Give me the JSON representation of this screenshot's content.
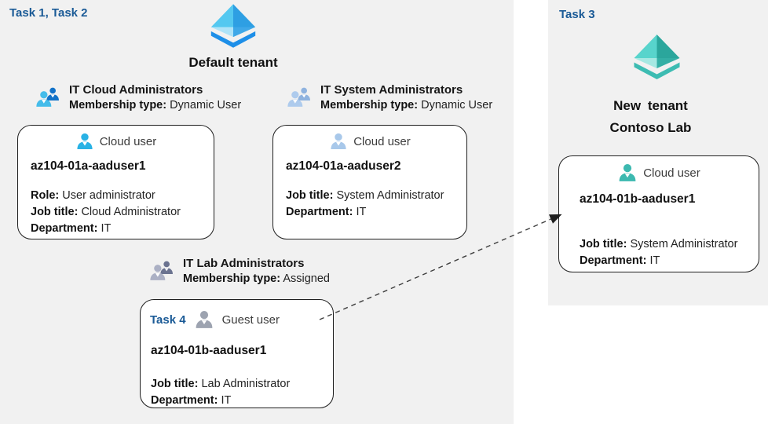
{
  "colors": {
    "task_blue": "#1a5a96",
    "panel_gray": "#f1f1f1",
    "arrow": "#3d3d3d",
    "aad_blue": {
      "ul": "#54C8F0",
      "ur": "#2E9FE3",
      "ll": "#AEE3F8",
      "lr": "#3FA8E8",
      "band": "#1E8FE8"
    },
    "aad_teal": {
      "ul": "#58D4CC",
      "ur": "#2BA69C",
      "ll": "#A6E8E2",
      "lr": "#34AFA5",
      "band": "#3DBCB2"
    },
    "group1_front": "#45BCEA",
    "group1_back": "#1272C8",
    "group2_front": "#AECBED",
    "group2_back": "#8FB3DF",
    "group3_front": "#ABB0C4",
    "group3_back": "#6B7390",
    "user_cloud_cyan": "#29B2E5",
    "user_cloud_steel": "#A8C8EA",
    "user_guest_gray": "#9DA3B0",
    "user_cloud_teal": "#3CB9B0"
  },
  "left": {
    "task_label": "Task 1, Task 2",
    "tenant_name": "Default tenant",
    "groups": {
      "cloud_admins": {
        "name": "IT Cloud Administrators",
        "membership_label": "Membership type:",
        "membership_value": "Dynamic User"
      },
      "system_admins": {
        "name": "IT System Administrators",
        "membership_label": "Membership type:",
        "membership_value": "Dynamic User"
      },
      "lab_admins": {
        "name": "IT Lab Administrators",
        "membership_label": "Membership type:",
        "membership_value": "Assigned"
      }
    },
    "cards": {
      "user1": {
        "type_label": "Cloud user",
        "name": "az104-01a-aaduser1",
        "role_label": "Role:",
        "role_value": "User administrator",
        "job_label": "Job title:",
        "job_value": "Cloud Administrator",
        "dept_label": "Department:",
        "dept_value": "IT"
      },
      "user2": {
        "type_label": "Cloud user",
        "name": "az104-01a-aaduser2",
        "job_label": "Job title:",
        "job_value": "System Administrator",
        "dept_label": "Department:",
        "dept_value": "IT"
      },
      "guest": {
        "task_label": "Task 4",
        "type_label": "Guest user",
        "name": "az104-01b-aaduser1",
        "job_label": "Job title:",
        "job_value": "Lab Administrator",
        "dept_label": "Department:",
        "dept_value": "IT"
      }
    }
  },
  "right": {
    "task_label": "Task 3",
    "tenant_name_line1": "New tenant",
    "tenant_name_line2": "Contoso Lab",
    "card": {
      "type_label": "Cloud user",
      "name": "az104-01b-aaduser1",
      "job_label": "Job title:",
      "job_value": "System Administrator",
      "dept_label": "Department:",
      "dept_value": "IT"
    }
  }
}
